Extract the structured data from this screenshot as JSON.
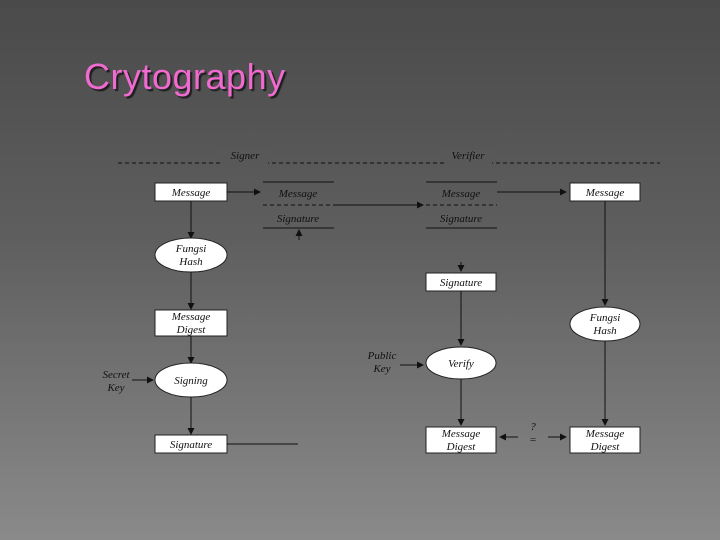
{
  "slide": {
    "title": "Crytography"
  },
  "diagram": {
    "signer_label": "Signer",
    "verifier_label": "Verifier",
    "signer": {
      "message": "Message",
      "hash_fn": [
        "Fungsi",
        "Hash"
      ],
      "digest": [
        "Message",
        "Digest"
      ],
      "secret_key": [
        "Secret",
        "Key"
      ],
      "signing": "Signing",
      "signature": "Signature"
    },
    "transfer": {
      "message": "Message",
      "signature": "Signature"
    },
    "verifier": {
      "message_in": "Message",
      "signature_in": "Signature",
      "message_out": "Message",
      "signature": "Signature",
      "hash_fn": [
        "Fungsi",
        "Hash"
      ],
      "public_key": [
        "Public",
        "Key"
      ],
      "verify": "Verify",
      "digest_left": [
        "Message",
        "Digest"
      ],
      "digest_right": [
        "Message",
        "Digest"
      ],
      "compare": "?",
      "compare_sign": "="
    }
  }
}
